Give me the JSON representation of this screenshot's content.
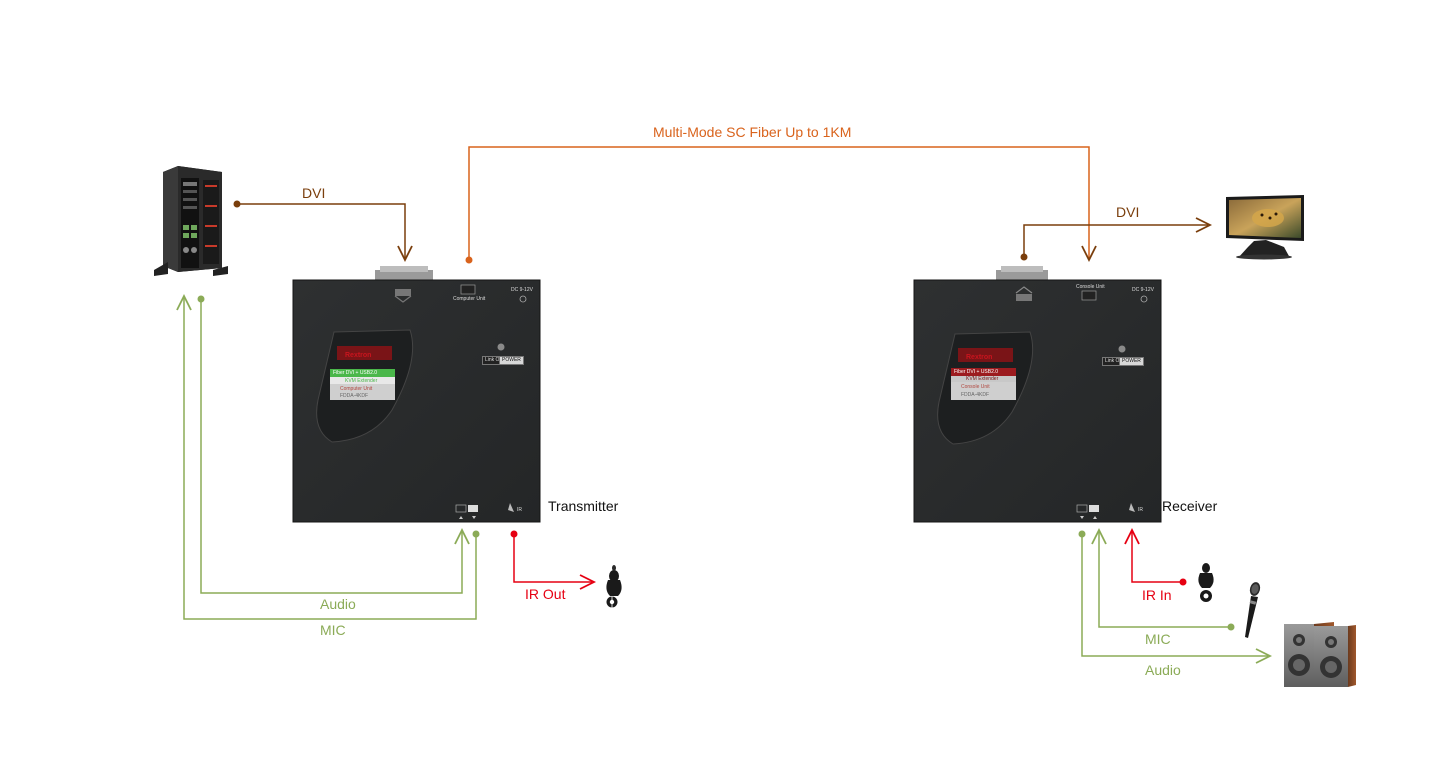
{
  "labels": {
    "fiber": "Multi-Mode SC Fiber Up to 1KM",
    "dvi_tx": "DVI",
    "dvi_rx": "DVI",
    "transmitter": "Transmitter",
    "receiver": "Receiver",
    "audio_tx": "Audio",
    "mic_tx": "MIC",
    "ir_out": "IR Out",
    "ir_in": "IR In",
    "mic_rx": "MIC",
    "audio_rx": "Audio"
  },
  "device_text": {
    "tx_logo": "Rextron",
    "tx_panel_line1": "Fiber  DVI + USB2.0",
    "tx_panel_line2": "KVM Extender",
    "tx_panel_line3": "Computer Unit",
    "tx_panel_line4": "FDDA-4KDF",
    "tx_port_label": "Computer Unit",
    "tx_power_label": "DC 9-12V",
    "tx_link": "Link On",
    "tx_power": "POWER",
    "tx_ir": "IR",
    "rx_logo": "Rextron",
    "rx_panel_line1": "Fiber  DVI + USB2.0",
    "rx_panel_line2": "KVM Extender",
    "rx_panel_line3": "Console Unit",
    "rx_panel_line4": "FDDA-4KDF",
    "rx_port_label": "Console Unit",
    "rx_power_label": "DC 9-12V",
    "rx_link": "Link On",
    "rx_power": "POWER",
    "rx_ir": "IR"
  },
  "colors": {
    "dvi": "#7a3e0c",
    "fiber": "#d9631c",
    "audio": "#8bab57",
    "ir": "#e60012",
    "device": "#2b2d2e"
  },
  "icons": {
    "computer": "tower-pc-icon",
    "monitor": "monitor-icon",
    "speakers": "speakers-icon",
    "microphone": "microphone-icon",
    "ir_emitter": "ir-emitter-icon",
    "ir_receiver": "ir-receiver-icon"
  }
}
